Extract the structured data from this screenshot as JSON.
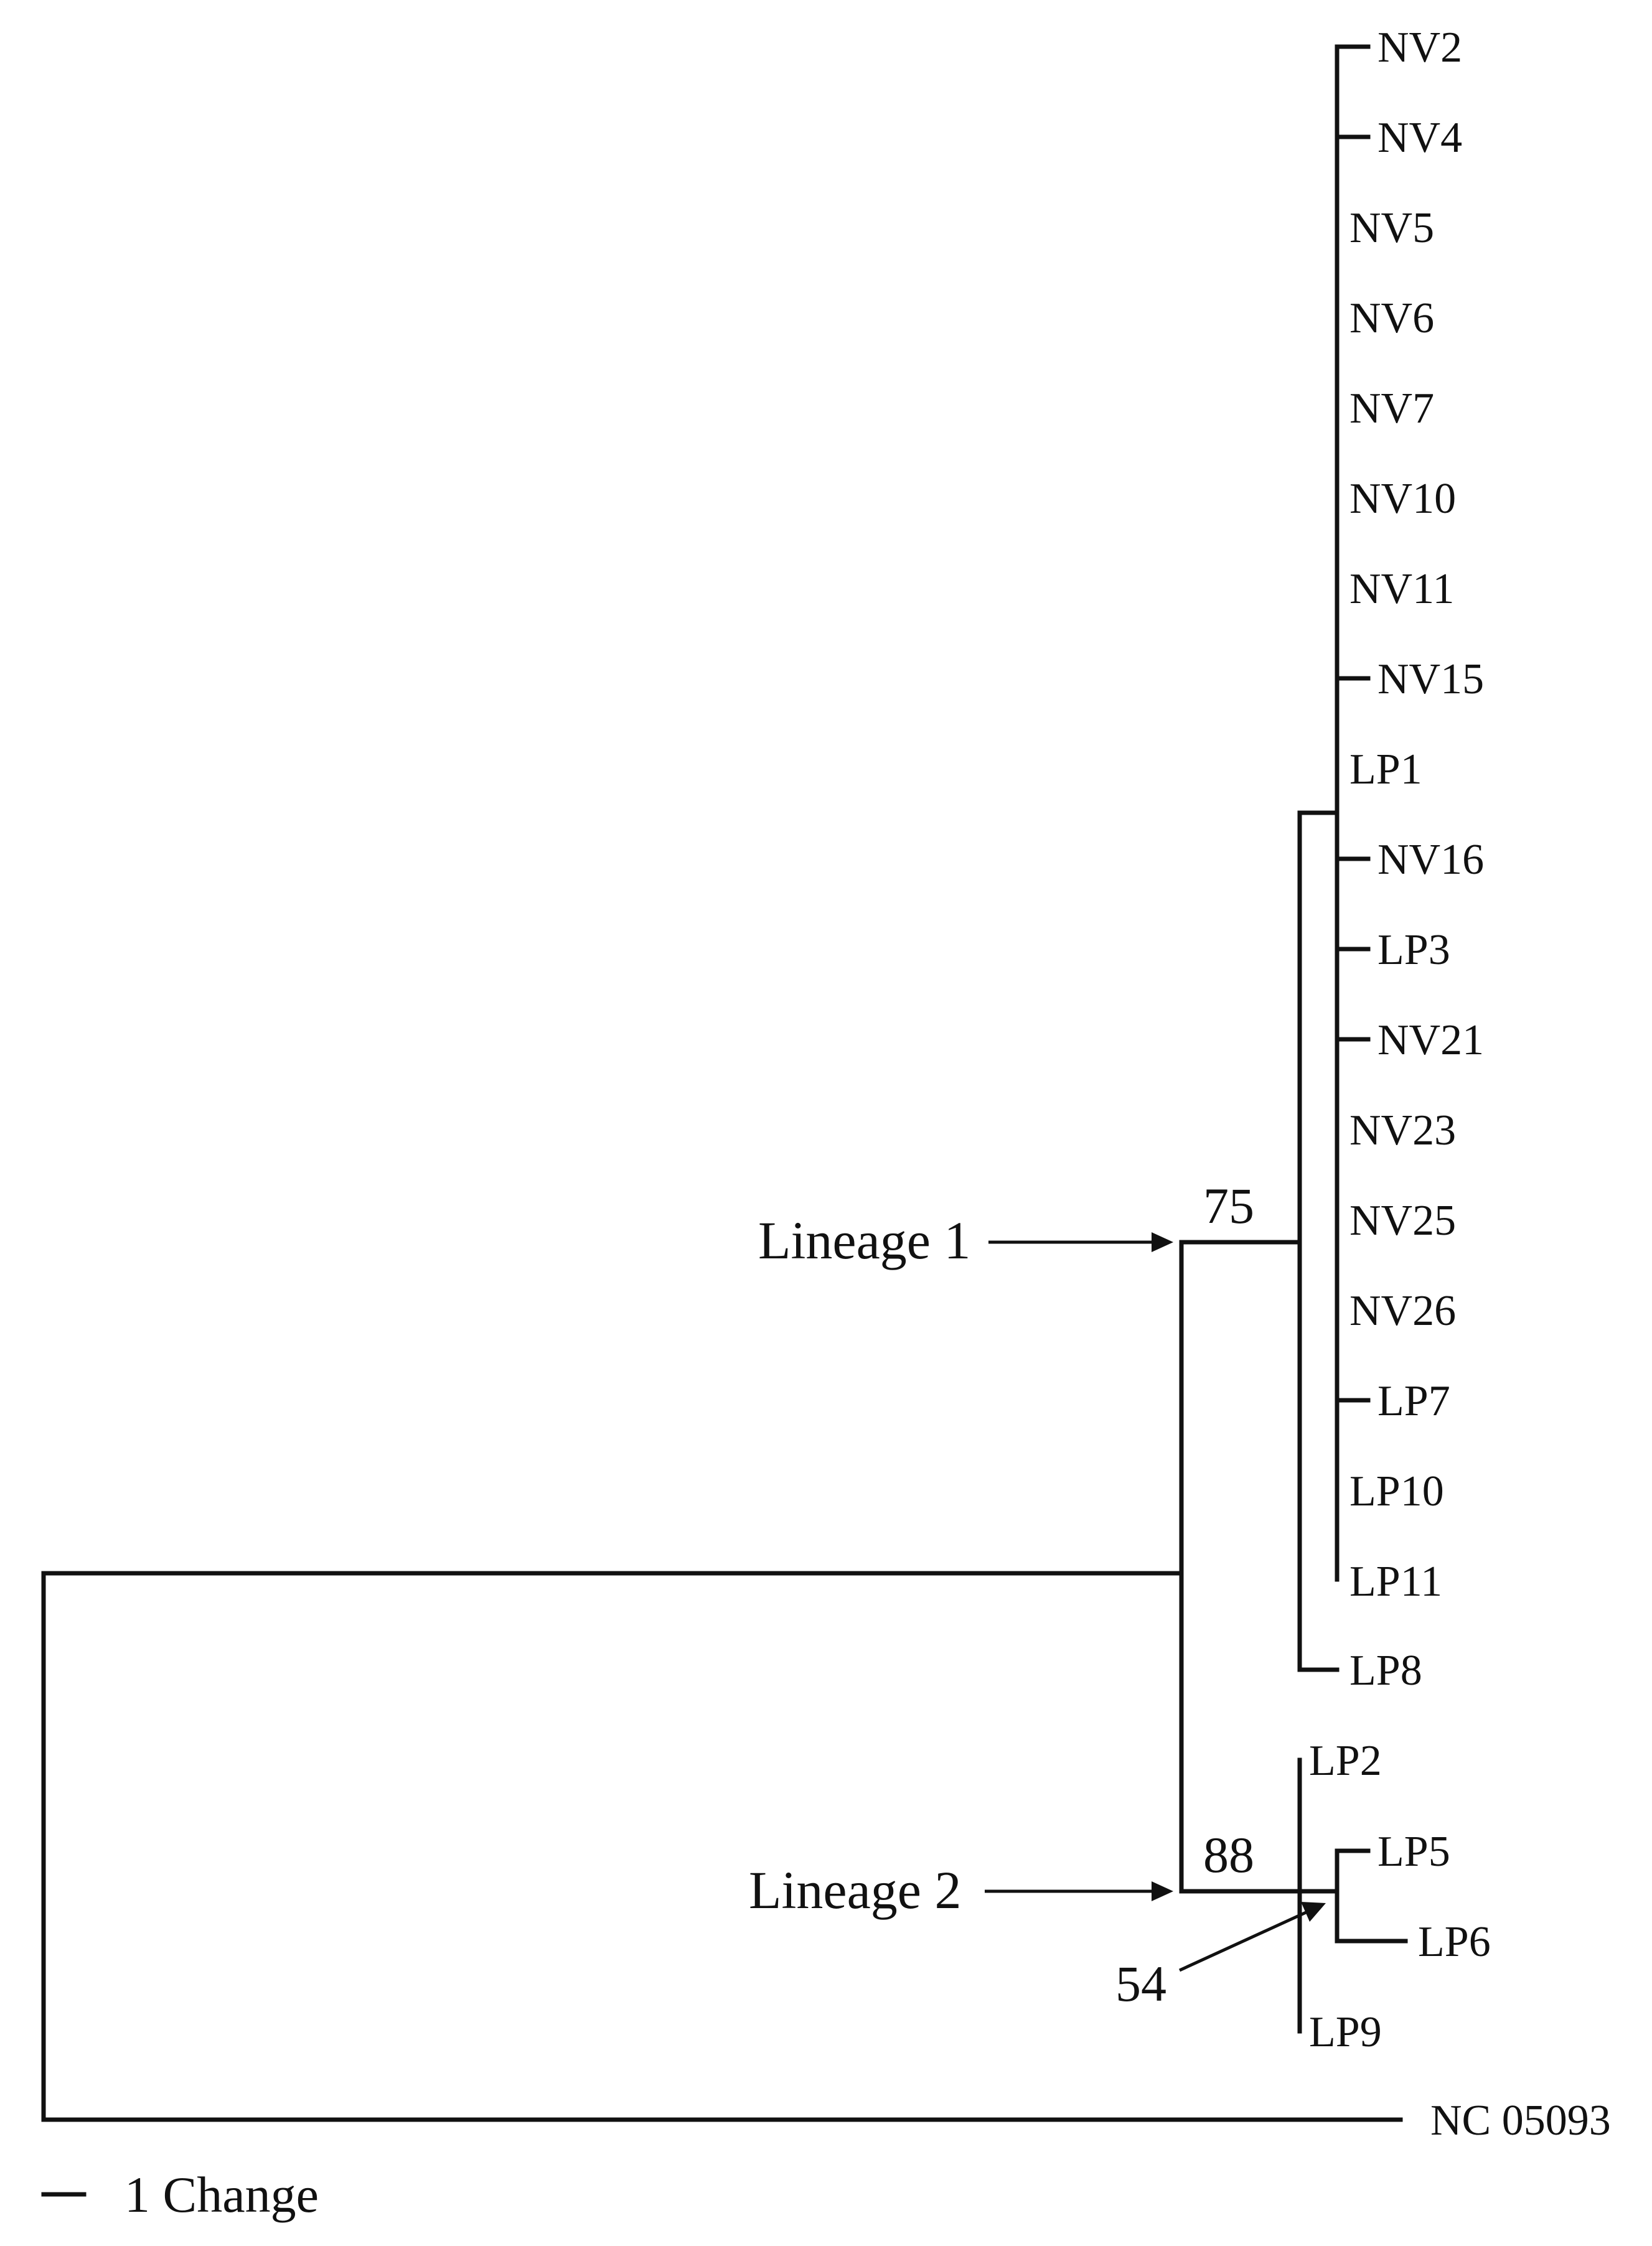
{
  "tree": {
    "outgroup": "NC 05093",
    "lineage1": {
      "label": "Lineage 1",
      "support": "75",
      "subclade": [
        "NV2",
        "NV4",
        "NV5",
        "NV6",
        "NV7",
        "NV10",
        "NV11",
        "NV15",
        "LP1",
        "NV16",
        "LP3",
        "NV21",
        "NV23",
        "NV25",
        "NV26",
        "LP7",
        "LP10",
        "LP11"
      ],
      "sister": "LP8"
    },
    "lineage2": {
      "label": "Lineage 2",
      "support": "88",
      "members": [
        "LP2",
        "LP9"
      ],
      "subclade": {
        "support": "54",
        "members": [
          "LP5",
          "LP6"
        ]
      }
    },
    "scale": {
      "label": "1 Change"
    }
  }
}
